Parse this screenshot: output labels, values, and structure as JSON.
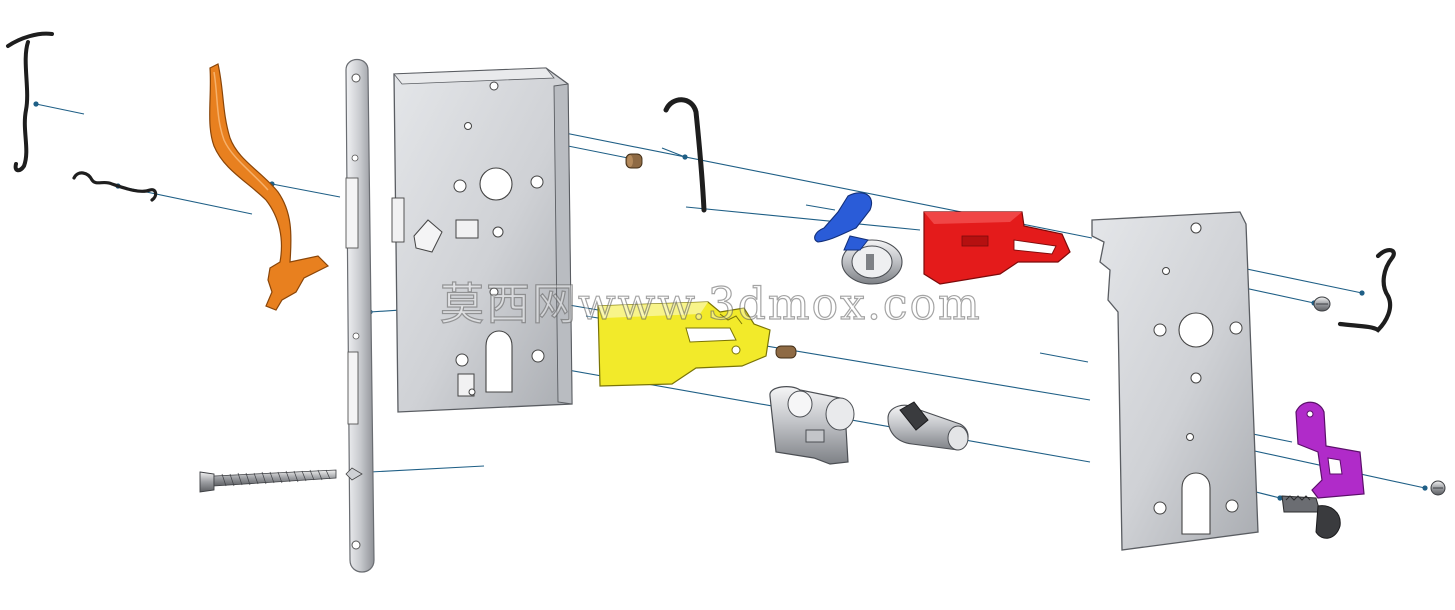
{
  "watermark": {
    "text": "莫西网www.3dmox.com"
  },
  "colors": {
    "leader": "#1f5f86",
    "plate": "#d4d6da",
    "plate_shade": "#aeb1b6",
    "orange_lever": "#e8801f",
    "blue_lever": "#2a5cd8",
    "red_part": "#e41b1b",
    "yellow_part": "#f2ea2a",
    "purple_part": "#b02bc9",
    "spring": "#1e1e1e"
  },
  "parts": [
    {
      "name": "spring-wire-left",
      "icon": "spring-icon"
    },
    {
      "name": "spring-small",
      "icon": "spring-icon"
    },
    {
      "name": "orange-lever",
      "icon": "lever-icon"
    },
    {
      "name": "faceplate",
      "icon": "faceplate-icon"
    },
    {
      "name": "case-plate-front",
      "icon": "plate-icon"
    },
    {
      "name": "screw-long",
      "icon": "screw-icon"
    },
    {
      "name": "hook-spring",
      "icon": "spring-icon"
    },
    {
      "name": "blue-thumb-turn",
      "icon": "knob-icon"
    },
    {
      "name": "red-latch-bolt",
      "icon": "bolt-icon"
    },
    {
      "name": "yellow-deadbolt",
      "icon": "bolt-icon"
    },
    {
      "name": "cylinder-housing",
      "icon": "cylinder-icon"
    },
    {
      "name": "cylinder-cam",
      "icon": "cylinder-icon"
    },
    {
      "name": "case-plate-back",
      "icon": "plate-icon"
    },
    {
      "name": "spring-wire-right",
      "icon": "spring-icon"
    },
    {
      "name": "purple-follower",
      "icon": "follower-icon"
    },
    {
      "name": "key-insert",
      "icon": "key-icon"
    }
  ]
}
